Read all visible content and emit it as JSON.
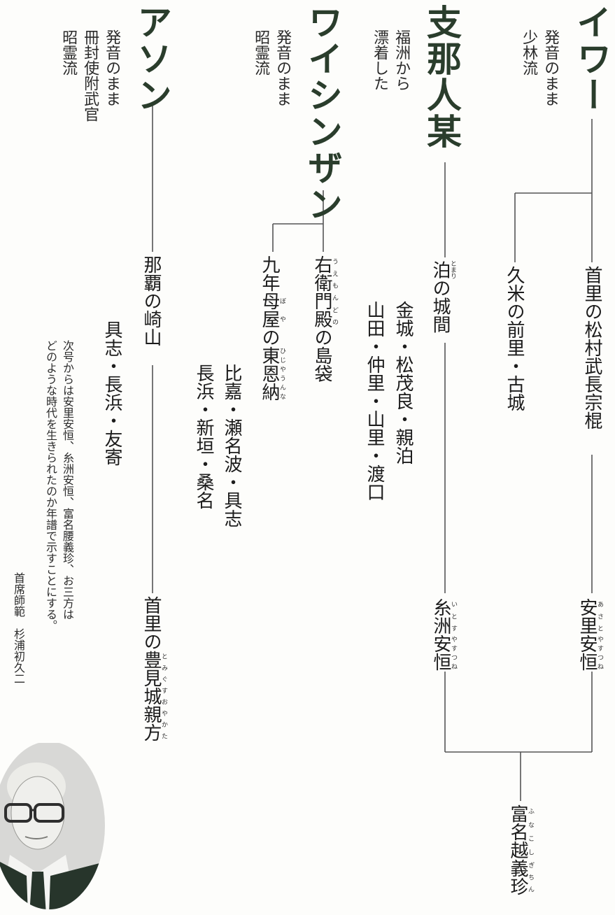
{
  "columns": [
    {
      "title": "イワー",
      "subtitle": [
        "発音のまま",
        "少林流"
      ]
    },
    {
      "title": "支那人某",
      "subtitle": [
        "福洲から",
        "漂着した"
      ]
    },
    {
      "title": "ワイシンザン",
      "subtitle": [
        "発音のまま",
        "昭霊流"
      ]
    },
    {
      "title": "アソン",
      "subtitle": [
        "発音のまま",
        "冊封使附武官",
        "昭霊流"
      ]
    }
  ],
  "masters": {
    "shuri_matsumura": "首里の松村武長宗棍",
    "kume_maesato": "久米の前里・古城",
    "tomari": {
      "text": "泊の城間",
      "ruby_base": "泊",
      "ruby": "とまり",
      "rest": "の城間"
    },
    "tomari_students": "金城・松茂良・親泊",
    "tomari_students2": "山田・仲里・山里・渡口",
    "uemondono": {
      "ruby_base": "右衛門殿",
      "ruby": "うえもんどの",
      "rest": "の島袋"
    },
    "kunenbo": {
      "prefix": "九年",
      "ruby_base": "母屋",
      "ruby": "ぼや",
      "mid": "の",
      "ruby_base2": "東恩納",
      "ruby2": "ひじやうんな"
    },
    "kunenbo_students": "比嘉・瀬名波・具志",
    "kunenbo_students2": "長浜・新垣・桑名",
    "naha_sakiyama": "那覇の崎山",
    "naha_students": "具志・長浜・友寄",
    "asato": {
      "ruby_base": "安里",
      "ruby": "あさと",
      "ruby_base2": "安恒",
      "ruby2": "やすつね"
    },
    "itosu": {
      "ruby_base": "糸洲",
      "ruby": "いとす",
      "ruby_base2": "安恒",
      "ruby2": "やすつね"
    },
    "tomigusuku": {
      "prefix": "首里の",
      "ruby_base": "豊見城親方",
      "ruby": "とみぐすおやかた"
    },
    "funakoshi": {
      "ruby_base": "富名越",
      "ruby": "ふなこし",
      "ruby_base2": "義珍",
      "ruby2": "ぎちん"
    }
  },
  "note": {
    "lines": [
      "次号からは安里安恒、糸洲安恒、富名腰義珍、お三方は",
      "どのような時代を生きられたのか年譜で示すことにする。"
    ],
    "signature": "首席師範　杉浦初久二"
  },
  "colors": {
    "title": "#2a3d2c",
    "line": "#555555",
    "portrait_bg": "#d8d8d6",
    "suit": "#27352b"
  }
}
